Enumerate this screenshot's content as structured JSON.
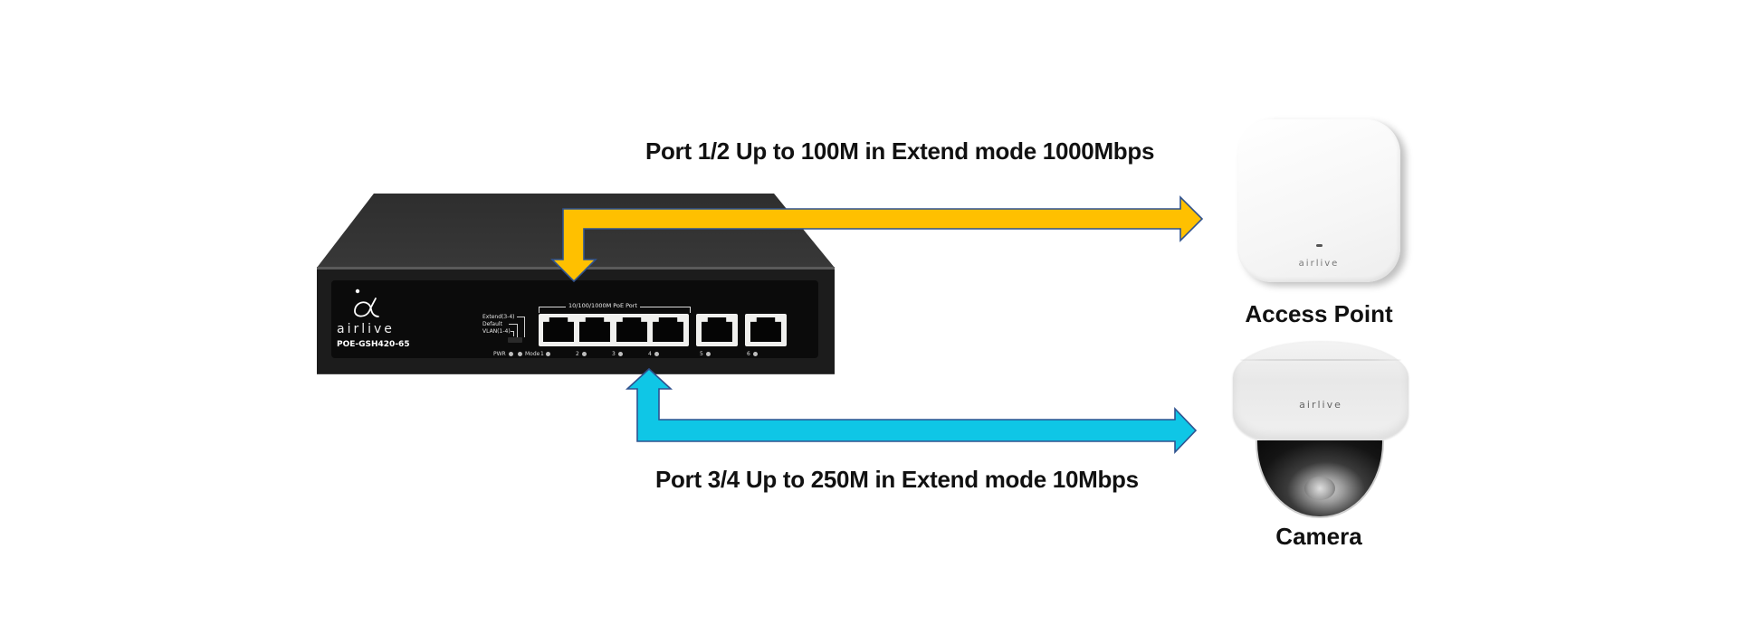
{
  "diagram": {
    "top_caption": "Port 1/2 Up to 100M in Extend mode 1000Mbps",
    "bottom_caption": "Port 3/4  Up to 250M in Extend mode 10Mbps",
    "colors": {
      "top_arrow_fill": "#FFC000",
      "bottom_arrow_fill": "#0FC6E6",
      "arrow_outline": "#2F528F",
      "switch_body": "#1C1C1C",
      "background": "#FFFFFF"
    },
    "connections": [
      {
        "from": "switch-ports-1-2",
        "to": "access-point",
        "direction": "switch-to-device",
        "caption_ref": "top_caption"
      },
      {
        "from": "switch-ports-3-4",
        "to": "camera",
        "direction": "bidirectional",
        "caption_ref": "bottom_caption"
      }
    ]
  },
  "switch": {
    "brand": "airlive",
    "model": "POE-GSH420-65",
    "poe_group_label": "10/100/1000M PoE Port",
    "mode_labels": [
      "Extend(3-4)",
      "Default",
      "VLAN(1-4)"
    ],
    "status_labels": {
      "pwr": "PWR",
      "mode": "Mode"
    },
    "ports": [
      "1",
      "2",
      "3",
      "4",
      "5",
      "6"
    ]
  },
  "devices": {
    "access_point": {
      "label": "Access Point",
      "brand": "airlive"
    },
    "camera": {
      "label": "Camera",
      "brand": "airlive"
    }
  }
}
